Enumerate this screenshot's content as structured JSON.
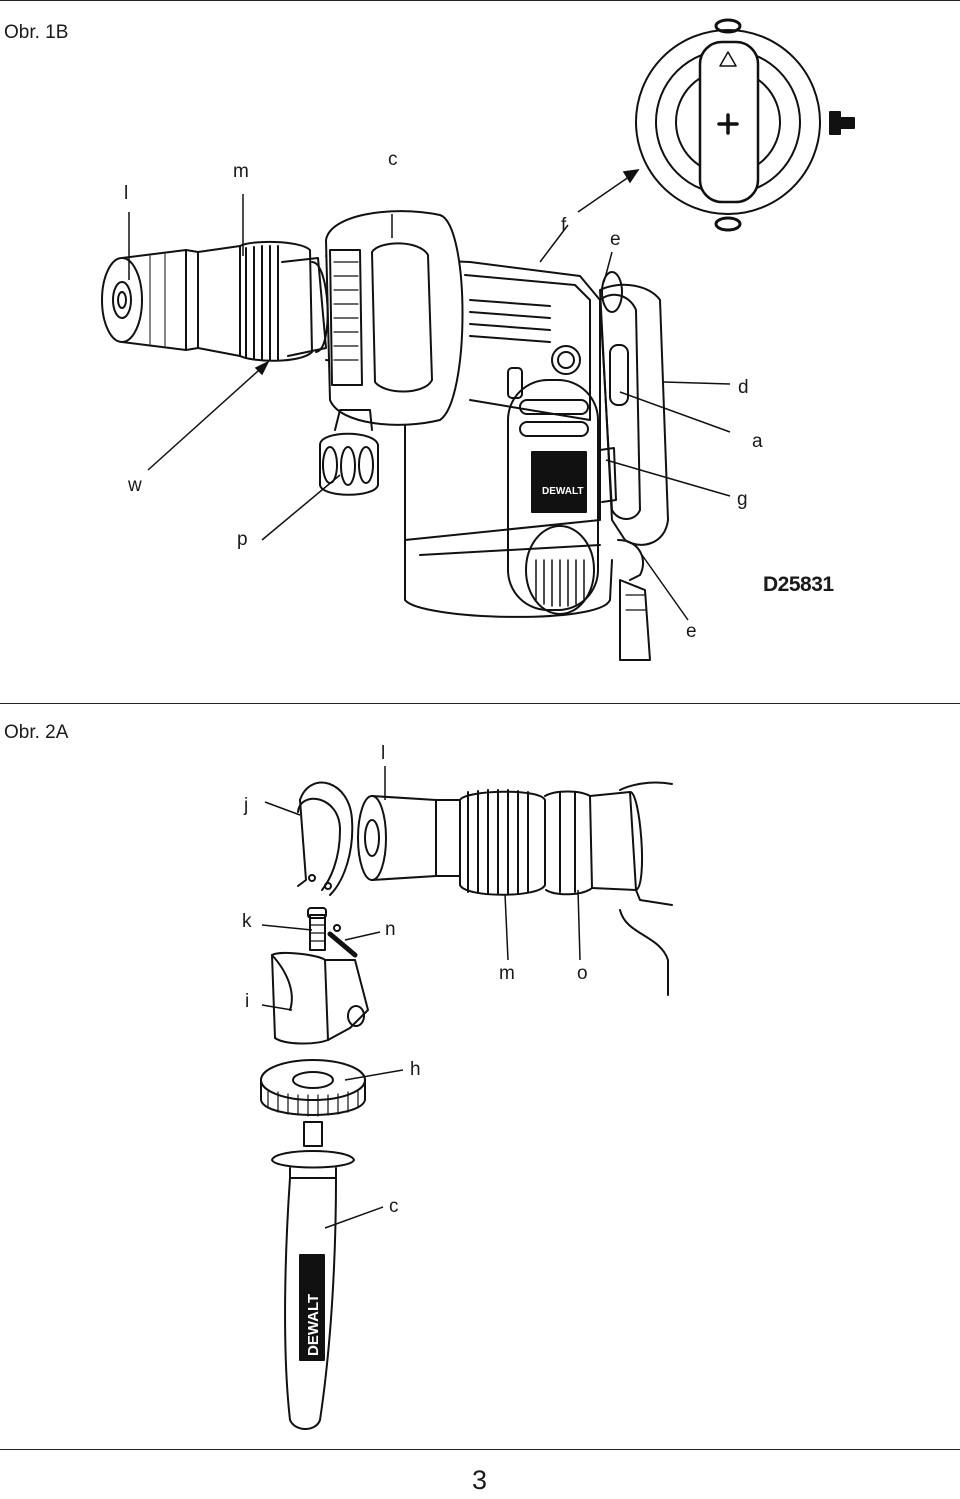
{
  "figures": [
    {
      "title": "Obr. 1B",
      "model": "D25831",
      "labels": [
        "l",
        "m",
        "c",
        "f",
        "e",
        "d",
        "a",
        "w",
        "g",
        "p",
        "e"
      ]
    },
    {
      "title": "Obr. 2A",
      "labels": [
        "l",
        "j",
        "k",
        "n",
        "m",
        "o",
        "i",
        "h",
        "c"
      ]
    }
  ],
  "brand_text": "DEWALT",
  "page_number": "3"
}
